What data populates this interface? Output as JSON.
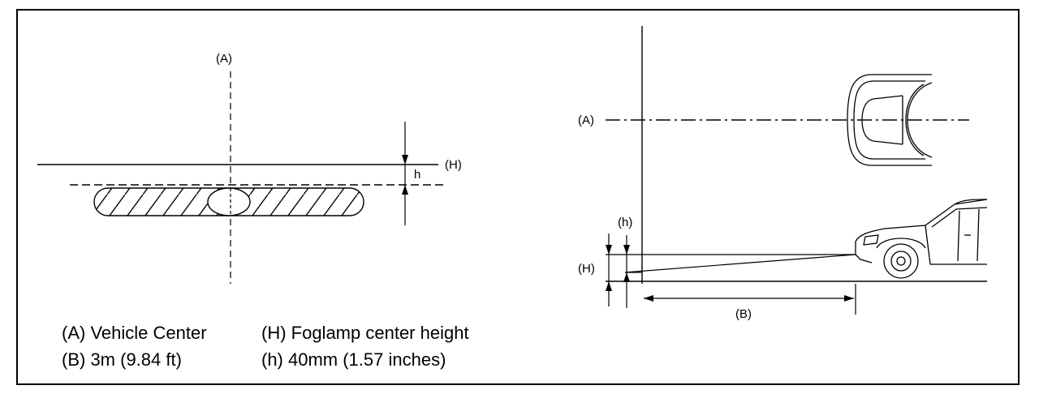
{
  "labels": {
    "left_a": "(A)",
    "left_h": "(H)",
    "left_small_h": "h",
    "right_a": "(A)",
    "right_small_h": "(h)",
    "right_h": "(H)",
    "right_b": "(B)"
  },
  "legend": {
    "a": "(A) Vehicle Center",
    "b": "(B) 3m (9.84 ft)",
    "h_upper": "(H) Foglamp center height",
    "h_lower": "(h) 40mm (1.57 inches)"
  }
}
